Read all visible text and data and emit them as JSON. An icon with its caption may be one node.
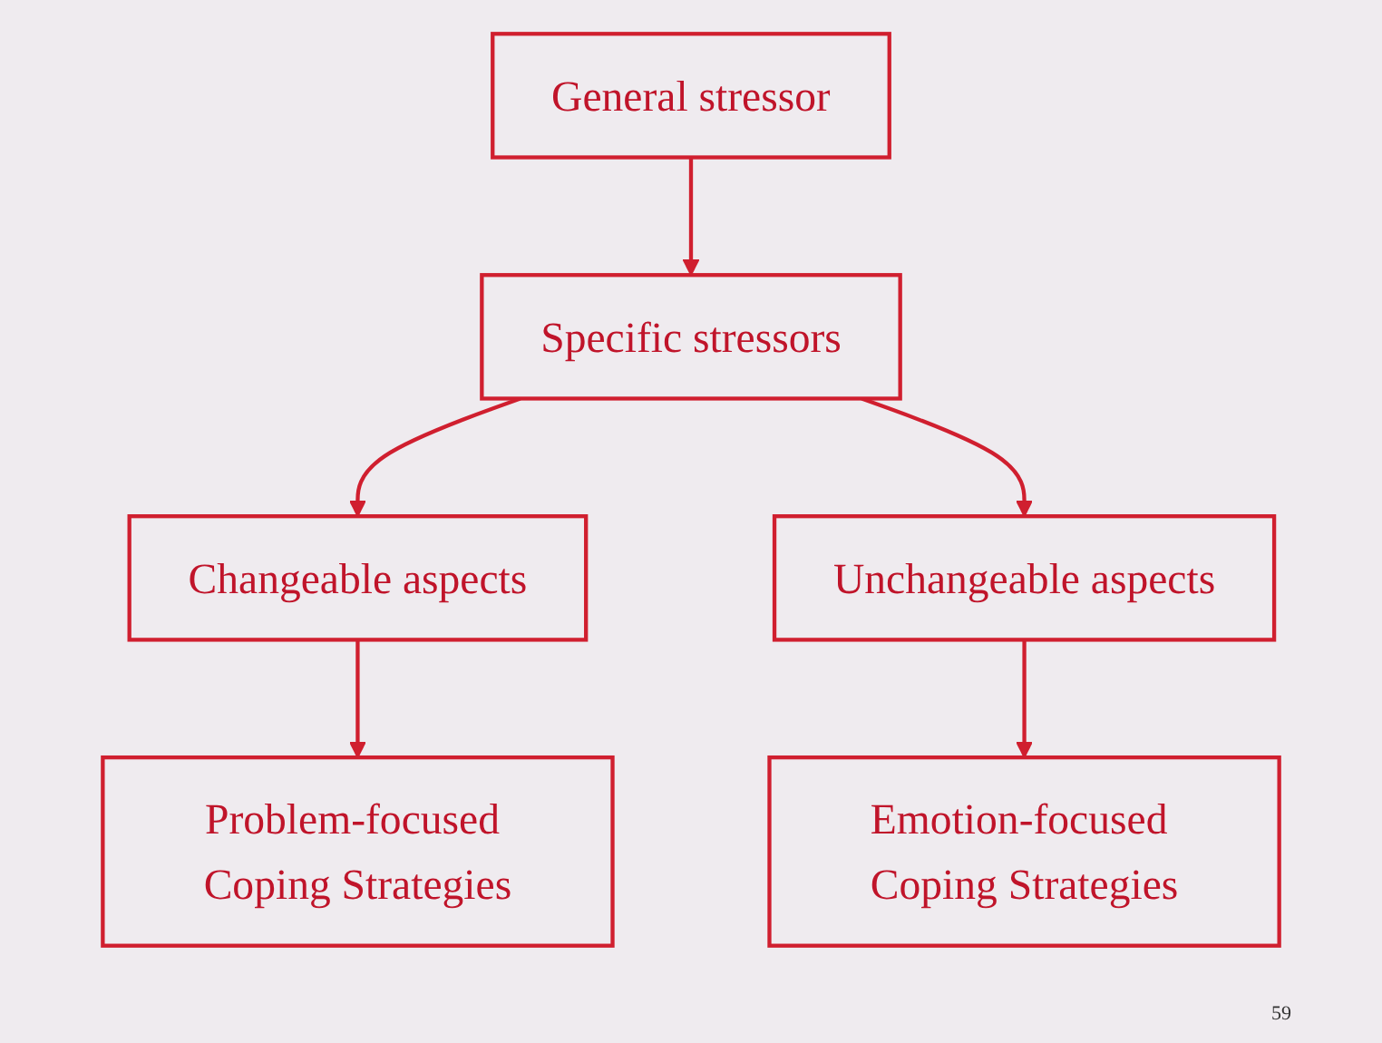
{
  "diagram": {
    "nodes": [
      {
        "text": [
          "General stressor"
        ]
      },
      {
        "text": [
          "Specific stressors"
        ]
      },
      {
        "text": [
          "Changeable aspects"
        ]
      },
      {
        "text": [
          "Unchangeable aspects"
        ]
      },
      {
        "text": [
          "Problem-focused Coping Strategies"
        ]
      },
      {
        "text": [
          "Emotion-focused Coping Strategies"
        ]
      }
    ],
    "edges": [
      {
        "from": 0,
        "to": 1,
        "arrow": "to"
      },
      {
        "from": 1,
        "to": 2,
        "arrow": "to"
      },
      {
        "from": 1,
        "to": 3,
        "arrow": "to"
      },
      {
        "from": 2,
        "to": 4,
        "arrow": "to"
      },
      {
        "from": 3,
        "to": 5,
        "arrow": "to"
      }
    ],
    "labels": [
      "59"
    ]
  }
}
